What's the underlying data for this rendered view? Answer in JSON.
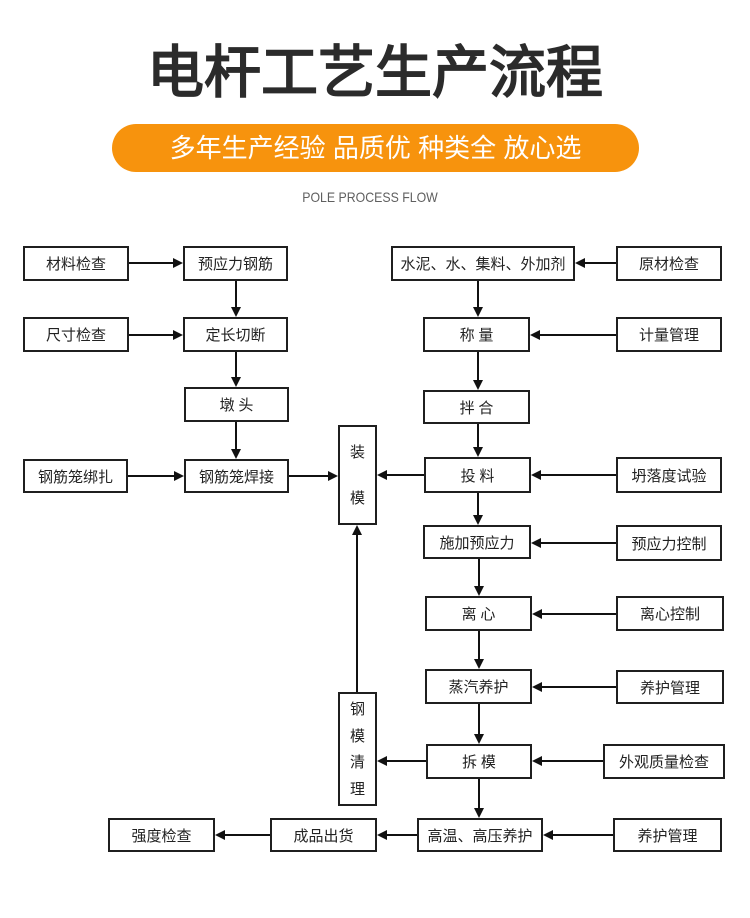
{
  "header": {
    "title": "电杆工艺生产流程",
    "slogan": "多年生产经验 品质优 种类全 放心选",
    "subtitle_en": "POLE PROCESS FLOW"
  },
  "colors": {
    "accent_orange": "#f7930d",
    "title_text": "#2b2b2b",
    "subtitle_text": "#5f5f5f",
    "box_border": "#1f1f1f",
    "box_text": "#222222",
    "arrow": "#111111"
  },
  "nodes": {
    "material_check": "材料检查",
    "prestress_steel": "预应力钢筋",
    "size_check": "尺寸检查",
    "cut_to_length": "定长切断",
    "upsetting": "墩 头",
    "cage_binding": "钢筋笼绑扎",
    "cage_welding": "钢筋笼焊接",
    "mold_assembly": "装模",
    "mold_cleaning": "钢模清理",
    "raw_materials": "水泥、水、集料、外加剂",
    "raw_material_check": "原材检查",
    "weighing": "称 量",
    "metering_management": "计量管理",
    "mixing": "拌 合",
    "feeding": "投 料",
    "slump_test": "坍落度试验",
    "apply_prestress": "施加预应力",
    "prestress_control": "预应力控制",
    "centrifuging": "离 心",
    "centrifuge_control": "离心控制",
    "steam_curing": "蒸汽养护",
    "curing_management_1": "养护管理",
    "demolding": "拆 模",
    "appearance_inspection": "外观质量检查",
    "autoclave_curing": "高温、高压养护",
    "curing_management_2": "养护管理",
    "product_shipping": "成品出货",
    "strength_check": "强度检查"
  },
  "edges": [
    {
      "from": "material_check",
      "to": "prestress_steel"
    },
    {
      "from": "prestress_steel",
      "to": "cut_to_length"
    },
    {
      "from": "size_check",
      "to": "cut_to_length"
    },
    {
      "from": "cut_to_length",
      "to": "upsetting"
    },
    {
      "from": "upsetting",
      "to": "cage_welding"
    },
    {
      "from": "cage_binding",
      "to": "cage_welding"
    },
    {
      "from": "cage_welding",
      "to": "mold_assembly"
    },
    {
      "from": "raw_material_check",
      "to": "raw_materials"
    },
    {
      "from": "raw_materials",
      "to": "weighing"
    },
    {
      "from": "metering_management",
      "to": "weighing"
    },
    {
      "from": "weighing",
      "to": "mixing"
    },
    {
      "from": "mixing",
      "to": "feeding"
    },
    {
      "from": "slump_test",
      "to": "feeding"
    },
    {
      "from": "feeding",
      "to": "mold_assembly"
    },
    {
      "from": "feeding",
      "to": "apply_prestress"
    },
    {
      "from": "prestress_control",
      "to": "apply_prestress"
    },
    {
      "from": "apply_prestress",
      "to": "centrifuging"
    },
    {
      "from": "centrifuge_control",
      "to": "centrifuging"
    },
    {
      "from": "centrifuging",
      "to": "steam_curing"
    },
    {
      "from": "curing_management_1",
      "to": "steam_curing"
    },
    {
      "from": "steam_curing",
      "to": "demolding"
    },
    {
      "from": "appearance_inspection",
      "to": "demolding"
    },
    {
      "from": "demolding",
      "to": "mold_cleaning"
    },
    {
      "from": "mold_cleaning",
      "to": "mold_assembly"
    },
    {
      "from": "demolding",
      "to": "autoclave_curing"
    },
    {
      "from": "curing_management_2",
      "to": "autoclave_curing"
    },
    {
      "from": "autoclave_curing",
      "to": "product_shipping"
    },
    {
      "from": "product_shipping",
      "to": "strength_check"
    }
  ]
}
